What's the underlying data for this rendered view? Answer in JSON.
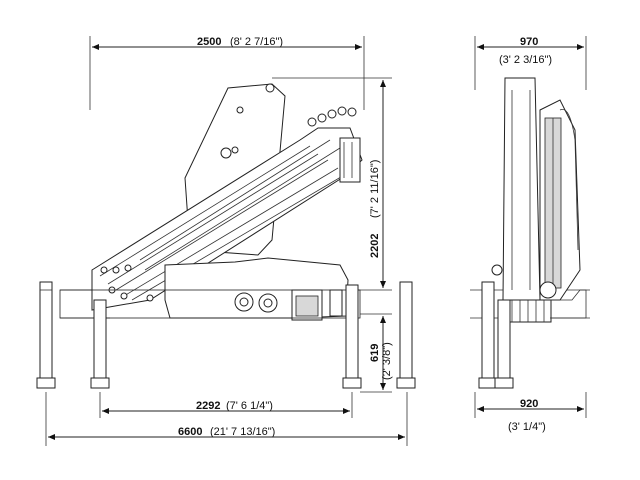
{
  "dimensions": {
    "top_width": {
      "value": "2500",
      "imperial": "(8' 2 7/16\")"
    },
    "side_width": {
      "value": "970",
      "imperial": "(3' 2 3/16\")"
    },
    "height": {
      "value": "2202",
      "imperial": "(7' 2 11/16\")"
    },
    "leg_height": {
      "value": "619",
      "imperial": "(2' 3/8\")"
    },
    "inner_span": {
      "value": "2292",
      "imperial": "(7' 6 1/4\")"
    },
    "outer_span": {
      "value": "6600",
      "imperial": "(21' 7 13/16\")"
    },
    "base_width": {
      "value": "920",
      "imperial": "(3' 1/4\")"
    }
  }
}
